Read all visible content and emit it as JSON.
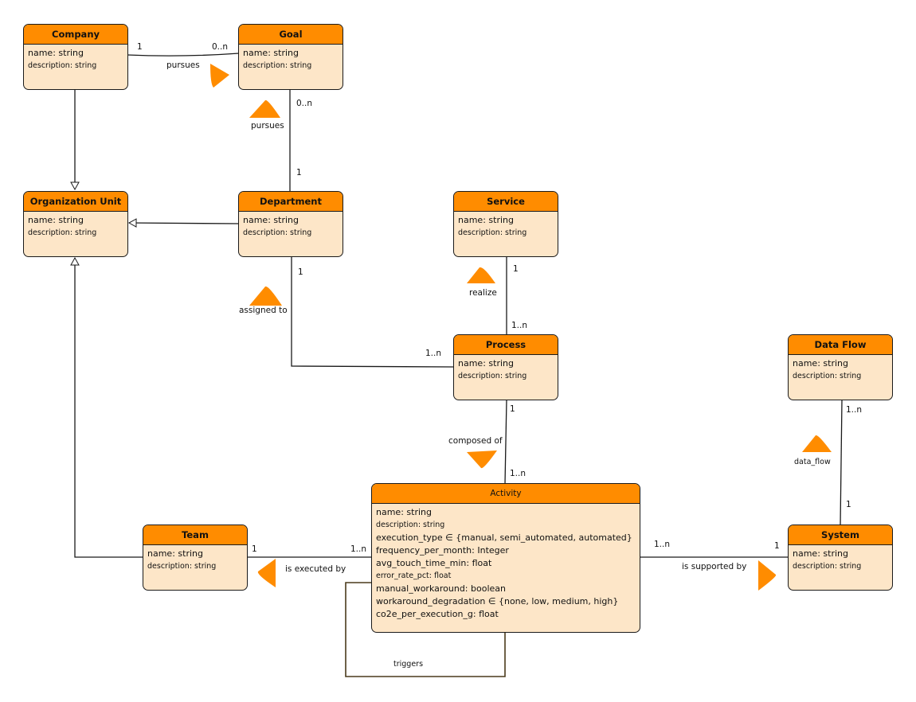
{
  "colors": {
    "header": "#ff8c00",
    "body": "#fde6c8",
    "line": "#1a1a1a",
    "arrow": "#ff8c00",
    "loop": "#4a3a1c"
  },
  "classes": {
    "company": {
      "title": "Company",
      "attrs": [
        "name: string",
        "description: string"
      ]
    },
    "goal": {
      "title": "Goal",
      "attrs": [
        "name: string",
        "description: string"
      ]
    },
    "org_unit": {
      "title": "Organization Unit",
      "attrs": [
        "name: string",
        "description: string"
      ]
    },
    "department": {
      "title": "Department",
      "attrs": [
        "name: string",
        "description: string"
      ]
    },
    "service": {
      "title": "Service",
      "attrs": [
        "name: string",
        "description: string"
      ]
    },
    "process": {
      "title": "Process",
      "attrs": [
        "name: string",
        "description: string"
      ]
    },
    "data_flow": {
      "title": "Data Flow",
      "attrs": [
        "name: string",
        "description: string"
      ]
    },
    "team": {
      "title": "Team",
      "attrs": [
        "name: string",
        "description: string"
      ]
    },
    "system": {
      "title": "System",
      "attrs": [
        "name: string",
        "description: string"
      ]
    },
    "activity": {
      "title": "Activity",
      "attrs": [
        "name: string",
        "description: string",
        "execution_type ∈ {manual, semi_automated, automated}",
        "frequency_per_month: Integer",
        "avg_touch_time_min: float",
        "error_rate_pct: float",
        "manual_workaround: boolean",
        "workaround_degradation  ∈ {none, low, medium, high}",
        "co2e_per_execution_g: float"
      ]
    }
  },
  "relations": {
    "company_goal": {
      "label": "pursues",
      "src_mult": "1",
      "dst_mult": "0..n"
    },
    "department_goal": {
      "label": "pursues",
      "src_mult": "1",
      "dst_mult": "0..n"
    },
    "department_process": {
      "label": "assigned to",
      "src_mult": "1",
      "dst_mult": "1..n"
    },
    "service_process": {
      "label": "realize",
      "src_mult": "1",
      "dst_mult": "1..n"
    },
    "process_activity": {
      "label": "composed of",
      "src_mult": "1",
      "dst_mult": "1..n"
    },
    "activity_team": {
      "label": "is executed by",
      "src_mult": "1..n",
      "dst_mult": "1"
    },
    "activity_system": {
      "label": "is supported by",
      "src_mult": "1..n",
      "dst_mult": "1"
    },
    "dataflow_system": {
      "label": "data_flow",
      "src_mult": "1..n",
      "dst_mult": "1"
    },
    "activity_self": {
      "label": "triggers"
    }
  }
}
